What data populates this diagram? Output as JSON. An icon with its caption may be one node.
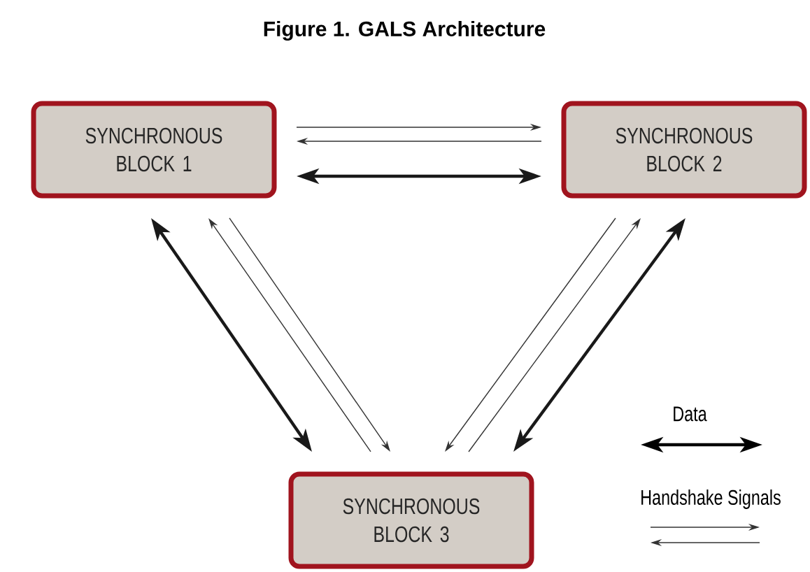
{
  "diagram": {
    "title": "Figure 1. GALS Architecture",
    "nodes": [
      {
        "text": [
          "SYNCHRONOUS BLOCK 1"
        ]
      },
      {
        "text": [
          "SYNCHRONOUS BLOCK 2"
        ]
      },
      {
        "text": [
          "SYNCHRONOUS BLOCK 3"
        ]
      }
    ],
    "edges": [
      {
        "from": 0,
        "to": 1,
        "arrow": "to"
      },
      {
        "from": 1,
        "to": 0,
        "arrow": "to"
      },
      {
        "from": 0,
        "to": 1,
        "arrow": "both",
        "style": "thick"
      },
      {
        "from": 0,
        "to": 2,
        "arrow": "both",
        "style": "thick"
      },
      {
        "from": 2,
        "to": 0,
        "arrow": "to"
      },
      {
        "from": 0,
        "to": 2,
        "arrow": "to"
      },
      {
        "from": 1,
        "to": 2,
        "arrow": "to"
      },
      {
        "from": 2,
        "to": 1,
        "arrow": "to"
      },
      {
        "from": 1,
        "to": 2,
        "arrow": "both",
        "style": "thick"
      }
    ],
    "legend": [
      {
        "text": "Data"
      },
      {
        "text": "Handshake Signals"
      }
    ]
  }
}
